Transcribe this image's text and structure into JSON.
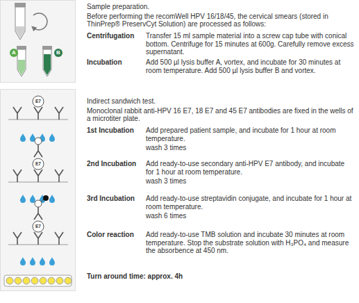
{
  "diagram": {
    "labels": [
      "Sample preparation.",
      "Before performing the recomWell HPV 16/18/45, the cervical smears (stored in ThinPrep® PreservCyt Solution) are processed as follows:",
      "Centrifugation",
      "Transfer 15 ml sample material into a screw cap tube with conical bottom. Centrifuge for 15 minutes at 600g. Carefully remove excess supernatant.",
      "Incubation",
      "Add 500 µl lysis buffer A, vortex, and incubate for 30 minutes at room temperature. Add 500 µl lysis buffer B and vortex.",
      "A",
      "B",
      "E7",
      "Indirect sandwich test.",
      "Monoclonal rabbit anti-HPV 16 E7, 18 E7 and 45 E7 antibodies are fixed in the wells of a microtiter plate.",
      "1st Incubation",
      "Add prepared patient sample, and incubate for 1 hour at room temperature.",
      "wash 3 times",
      "E7",
      "2nd Incubation",
      "Add ready-to-use secondary anti-HPV E7 antibody, and incubate for 1 hour at room temperature.",
      "wash 3 times",
      "E7",
      "3rd Incubation",
      "Add ready-to-use streptavidin conjugate, and incubate for 1 hour at room temperature.",
      "wash 6 times",
      "Color reaction",
      "Add ready-to-use TMB solution and incubate 30 minutes at room temperature. Stop the substrate solution with H₃PO₄ and measure the absorbence at 450 nm.",
      "Turn around time: approx. 4h"
    ]
  }
}
